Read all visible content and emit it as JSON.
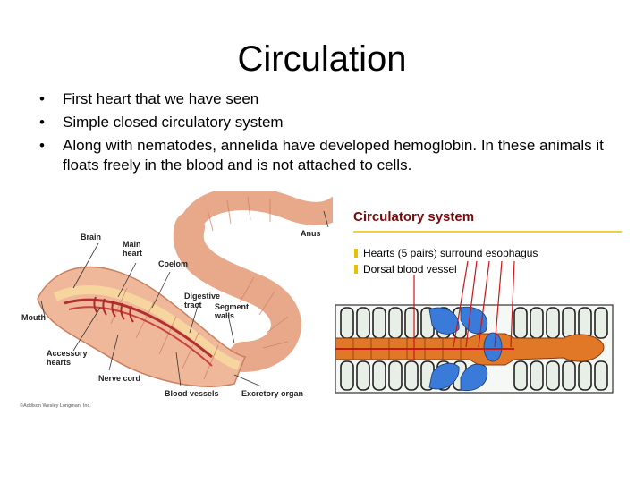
{
  "slide": {
    "title": "Circulation",
    "bullets": [
      "First heart that we have seen",
      "Simple closed circulatory system",
      "Along with nematodes, annelida have developed hemoglobin.  In these animals it floats freely in the blood and is not attached to cells."
    ],
    "bullet_char": "•"
  },
  "worm_figure": {
    "labels": {
      "brain": "Brain",
      "main_heart": "Main\nheart",
      "coelom": "Coelom",
      "anus": "Anus",
      "digestive_tract": "Digestive\ntract",
      "segment_walls": "Segment\nwalls",
      "mouth": "Mouth",
      "accessory_hearts": "Accessory\nhearts",
      "nerve_cord": "Nerve cord",
      "blood_vessels": "Blood vessels",
      "excretory_organ": "Excretory organ"
    },
    "copyright": "©Addison Wesley Longman, Inc."
  },
  "circ_figure": {
    "title": "Circulatory system",
    "bullets": [
      "Hearts (5 pairs) surround esophagus",
      "Dorsal blood vessel"
    ],
    "colors": {
      "title": "#7a0a0a",
      "rule": "#e8c200",
      "bullet": "#e8c200"
    }
  }
}
